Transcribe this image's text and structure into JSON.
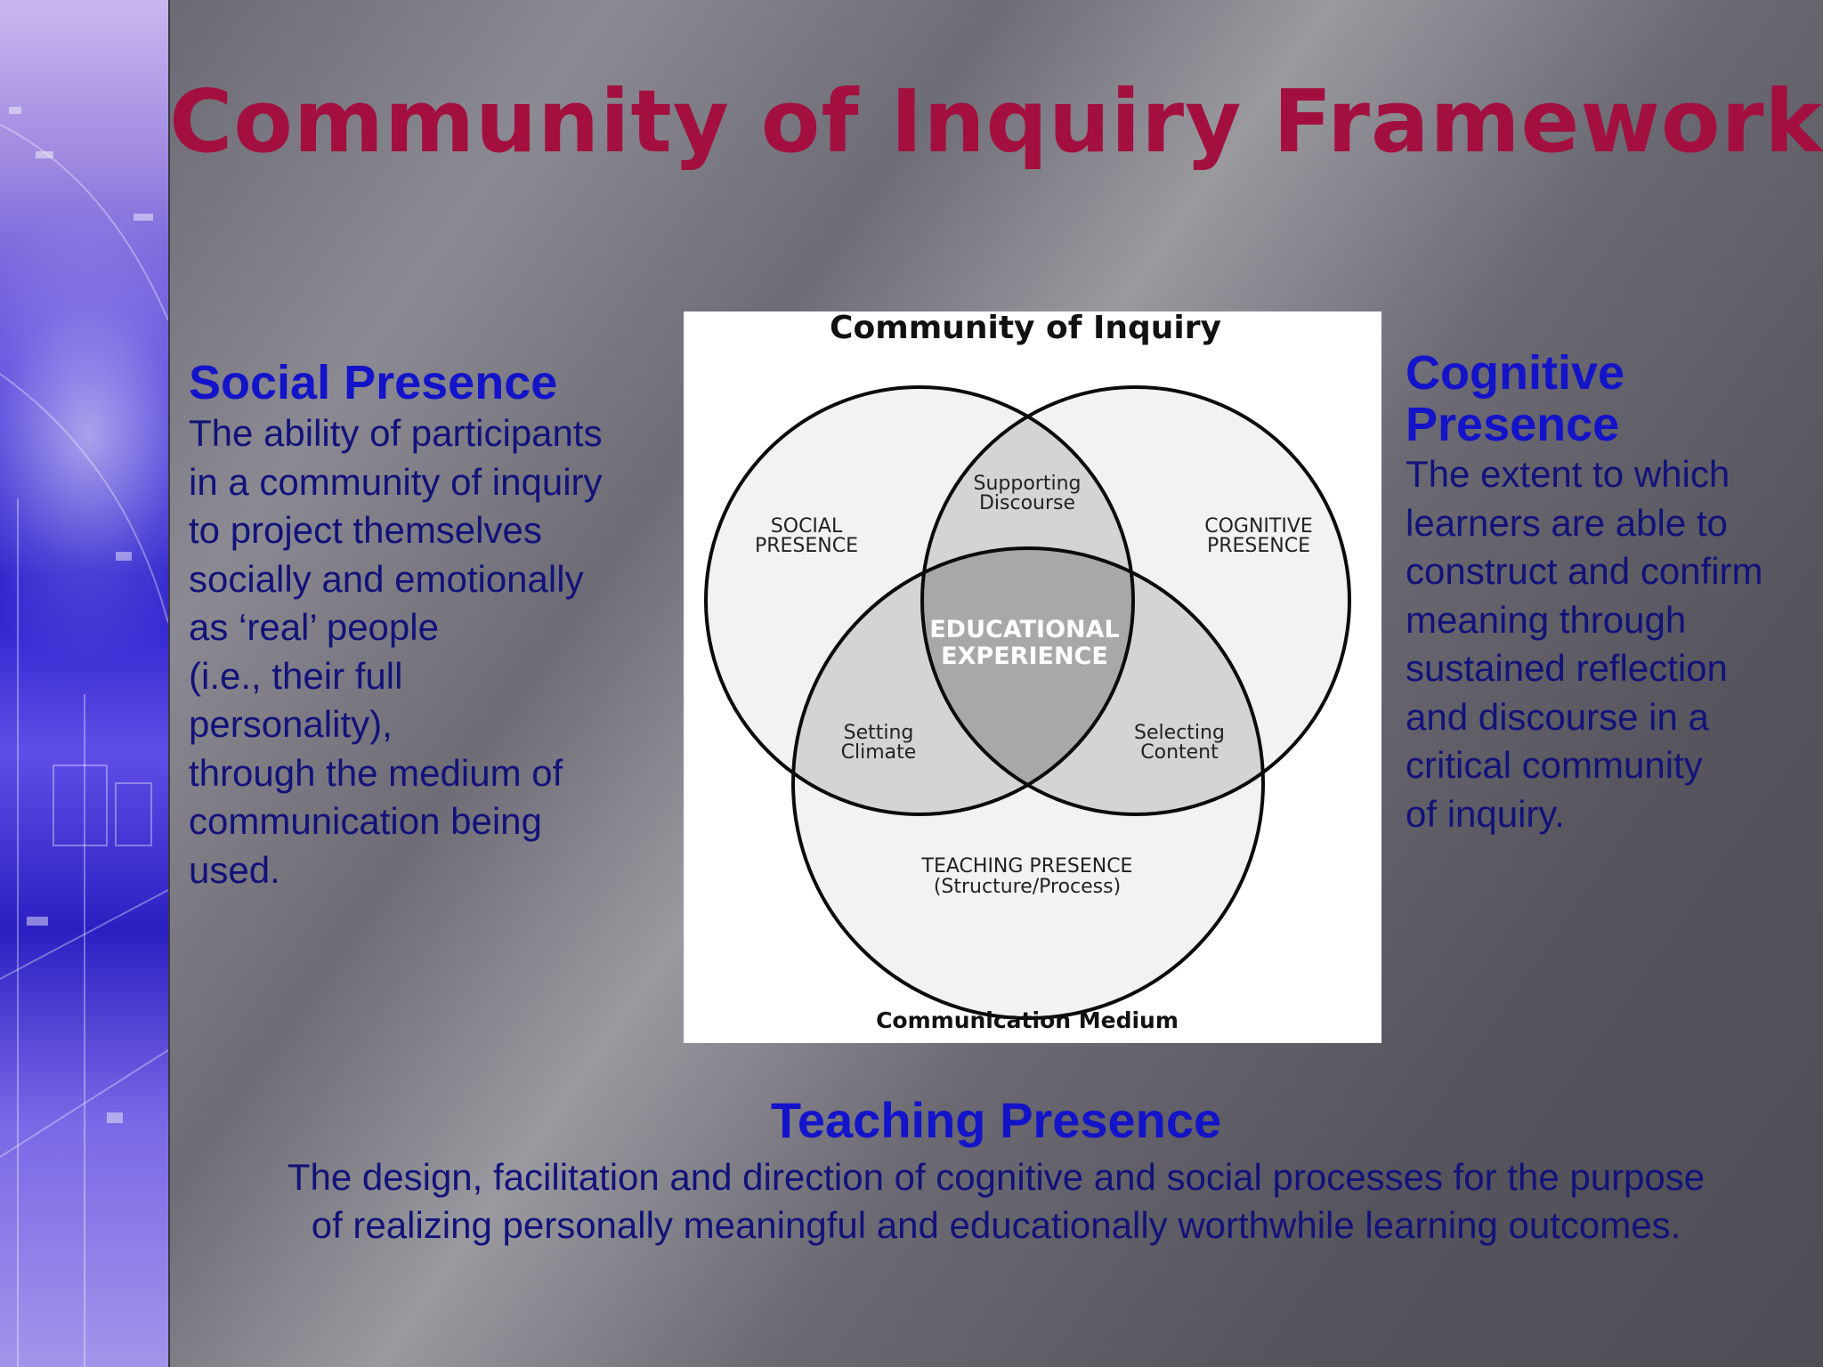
{
  "slide": {
    "title": "Community of Inquiry Framework"
  },
  "social": {
    "heading": "Social Presence",
    "lines": [
      "The ability of participants",
      "in a community of inquiry",
      "to project themselves",
      "socially and emotionally",
      "as ‘real’ people",
      "(i.e., their full",
      "personality),",
      "through the medium of",
      "communication being",
      "used."
    ]
  },
  "cognitive": {
    "heading_lines": [
      "Cognitive",
      "Presence"
    ],
    "lines": [
      "The extent to which",
      "learners are able to",
      "construct and confirm",
      "meaning through",
      "sustained reflection",
      "and discourse in a",
      "critical community",
      "of inquiry."
    ]
  },
  "teaching": {
    "heading": "Teaching Presence",
    "lines": [
      "The design, facilitation and direction of cognitive and social processes for the purpose",
      "of realizing personally meaningful and educationally worthwhile learning outcomes."
    ]
  },
  "diagram": {
    "title": "Community of Inquiry",
    "footer": "Communication Medium",
    "social_label": [
      "SOCIAL",
      "PRESENCE"
    ],
    "cognitive_label": [
      "COGNITIVE",
      "PRESENCE"
    ],
    "teaching_label": [
      "TEACHING PRESENCE",
      "(Structure/Process)"
    ],
    "overlap_social_cognitive": [
      "Supporting",
      "Discourse"
    ],
    "overlap_social_teaching": [
      "Setting",
      "Climate"
    ],
    "overlap_cognitive_teaching": [
      "Selecting",
      "Content"
    ],
    "center_label": [
      "EDUCATIONAL",
      "EXPERIENCE"
    ]
  },
  "colors": {
    "title": "#a3103f",
    "heading": "#1313c9",
    "body": "#12127a",
    "circle_fill": "#f2f2f2",
    "pair_overlap": "#d4d4d4",
    "center_overlap": "#a8a8a8"
  }
}
